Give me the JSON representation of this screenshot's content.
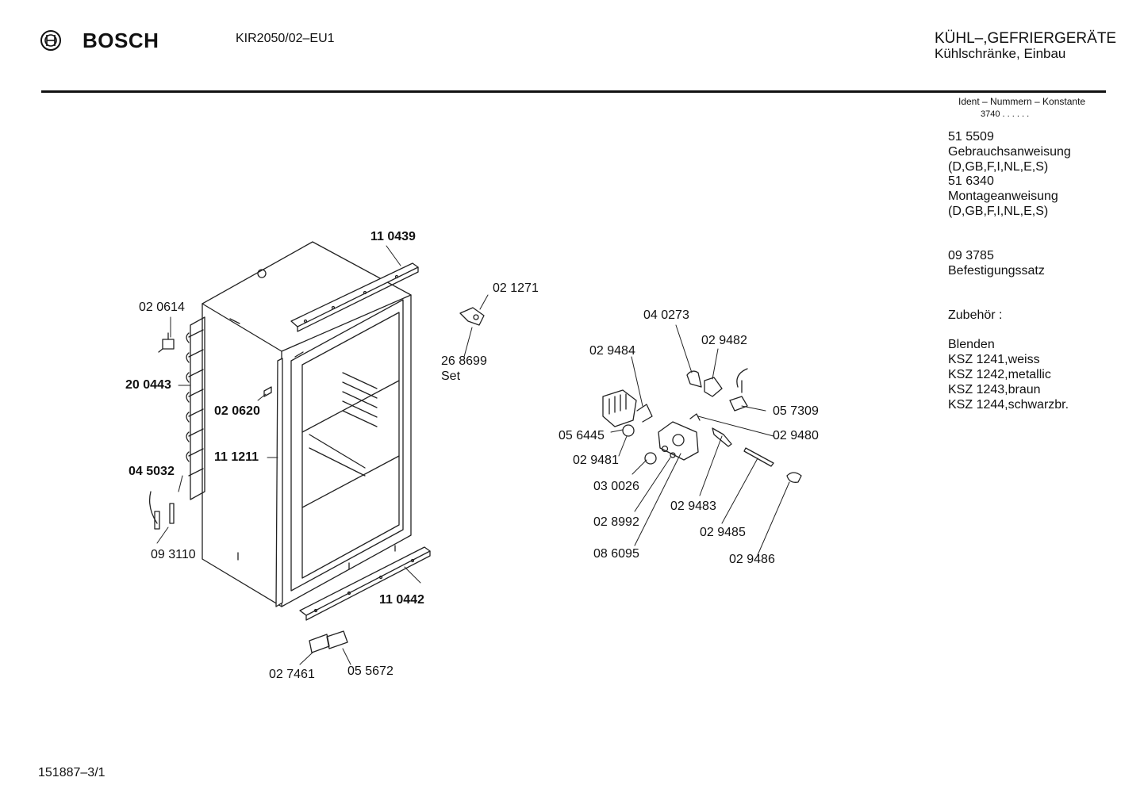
{
  "header": {
    "brand": "BOSCH",
    "model": "KIR2050/02–EU1",
    "category_line1": "KÜHL–,GEFRIERGERÄTE",
    "category_line2": "Kühlschränke, Einbau"
  },
  "ident": {
    "heading": "Ident – Nummern – Konstante",
    "value": "3740 . .  . . . ."
  },
  "info": {
    "items": [
      "51 5509",
      "Gebrauchsanweisung",
      "(D,GB,F,I,NL,E,S)",
      "51 6340",
      "Montageanweisung",
      "(D,GB,F,I,NL,E,S)",
      "09 3785",
      "Befestigungssatz",
      "Zubehör :",
      "Blenden",
      "KSZ 1241,weiss",
      "KSZ 1242,metallic",
      "KSZ 1243,braun",
      "KSZ 1244,schwarzbr."
    ]
  },
  "parts": {
    "p110439": "11 0439",
    "p020614": "02 0614",
    "p021271": "02 1271",
    "p268699": "26 8699",
    "set": "Set",
    "p200443": "20 0443",
    "p020620": "02 0620",
    "p111211": "11 1211",
    "p045032": "04 5032",
    "p093110": "09 3110",
    "p110442": "11 0442",
    "p027461": "02 7461",
    "p055672": "05 5672",
    "p040273": "04 0273",
    "p029482": "02 9482",
    "p029484": "02 9484",
    "p057309": "05 7309",
    "p029480": "02 9480",
    "p056445": "05 6445",
    "p029481": "02 9481",
    "p030026": "03 0026",
    "p029483": "02 9483",
    "p028992": "02 8992",
    "p029485": "02 9485",
    "p086095": "08 6095",
    "p029486": "02 9486"
  },
  "footer": {
    "code": "151887–3/1"
  }
}
